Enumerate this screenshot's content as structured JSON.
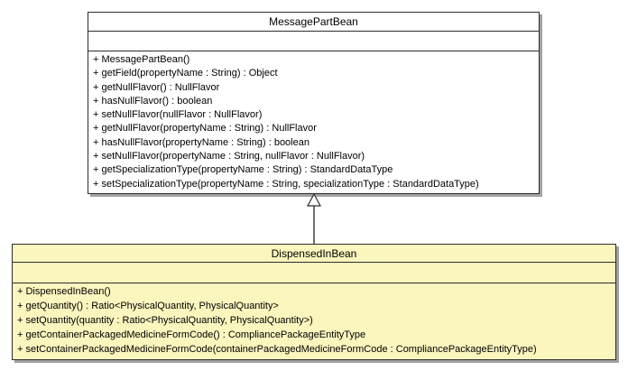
{
  "diagram": {
    "title": "UML class diagram",
    "background": "#ffffff",
    "colors": {
      "border": "#2d2d2d",
      "shadow": "#a2a2a2",
      "edge": "#4d4d4d",
      "text": "#000000",
      "default_fill": "#ffffff",
      "highlight_fill": "#fbf5be"
    },
    "relationship": {
      "type": "generalization",
      "from": "DispensedInBean",
      "to": "MessagePartBean",
      "arrowhead": "hollow-triangle"
    },
    "classes": [
      {
        "name": "MessagePartBean",
        "fill": "#ffffff",
        "attributes": [],
        "methods": [
          "+ MessagePartBean()",
          "+ getField(propertyName : String) : Object",
          "+ getNullFlavor() : NullFlavor",
          "+ hasNullFlavor() : boolean",
          "+ setNullFlavor(nullFlavor : NullFlavor)",
          "+ getNullFlavor(propertyName : String) : NullFlavor",
          "+ hasNullFlavor(propertyName : String) : boolean",
          "+ setNullFlavor(propertyName : String, nullFlavor : NullFlavor)",
          "+ getSpecializationType(propertyName : String) : StandardDataType",
          "+ setSpecializationType(propertyName : String, specializationType : StandardDataType)"
        ]
      },
      {
        "name": "DispensedInBean",
        "fill": "#fbf5be",
        "attributes": [],
        "methods": [
          "+ DispensedInBean()",
          "+ getQuantity() : Ratio<PhysicalQuantity, PhysicalQuantity>",
          "+ setQuantity(quantity : Ratio<PhysicalQuantity, PhysicalQuantity>)",
          "+ getContainerPackagedMedicineFormCode() : CompliancePackageEntityType",
          "+ setContainerPackagedMedicineFormCode(containerPackagedMedicineFormCode : CompliancePackageEntityType)"
        ]
      }
    ]
  }
}
